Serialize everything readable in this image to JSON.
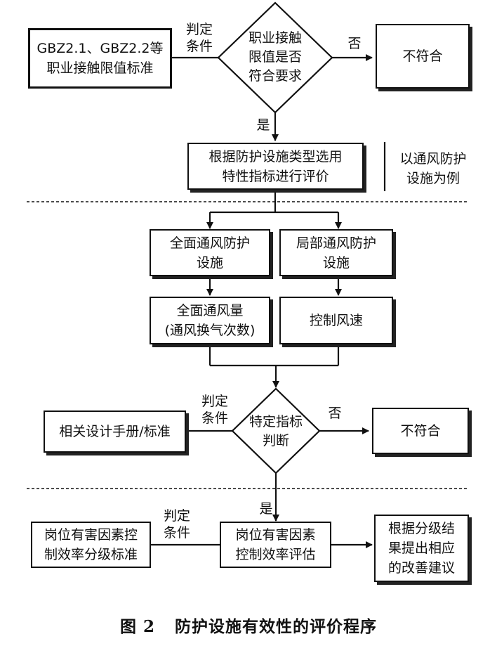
{
  "standard_box": "GBZ2.1、GBZ2.2等\n职业接触限值标准",
  "judge_condition_label": "判定\n条件",
  "diamond1_text": "职业接触\n限值是否\n符合要求",
  "no_label": "否",
  "yes_label": "是",
  "noncompliant_box": "不符合",
  "select_indicator_box": "根据防护设施类型选用\n特性指标进行评价",
  "example_note": "以通风防护\n设施为例",
  "general_vent_box": "全面通风防护\n设施",
  "local_vent_box": "局部通风防护\n设施",
  "general_vent_volume_box": "全面通风量\n(通风换气次数)",
  "control_velocity_box": "控制风速",
  "manual_box": "相关设计手册/标准",
  "diamond2_text": "特定指标\n判断",
  "grading_standard_box": "岗位有害因素控\n制效率分级标准",
  "efficiency_eval_box": "岗位有害因素\n控制效率评估",
  "suggestion_box": "根据分级结\n果提出相应\n的改善建议",
  "caption": {
    "figure": "图 2",
    "title": "防护设施有效性的评价程序"
  }
}
